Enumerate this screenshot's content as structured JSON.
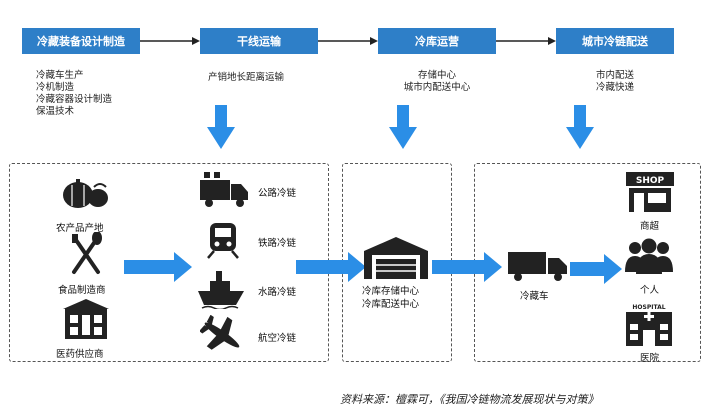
{
  "stages": [
    {
      "label": "冷藏装备设计制造",
      "items": [
        "冷藏车生产",
        "冷机制造",
        "冷藏容器设计制造",
        "保温技术"
      ]
    },
    {
      "label": "干线运输",
      "items": [
        "产销地长距离运输"
      ]
    },
    {
      "label": "冷库运营",
      "items": [
        "存储中心",
        "城市内配送中心"
      ]
    },
    {
      "label": "城市冷链配送",
      "items": [
        "市内配送",
        "冷藏快递"
      ]
    }
  ],
  "sources": [
    "农产品产地",
    "食品制造商",
    "医药供应商"
  ],
  "transport": [
    "公路冷链",
    "铁路冷链",
    "水路冷链",
    "航空冷链"
  ],
  "warehouse": {
    "line1": "冷库存储中心",
    "line2": "冷库配送中心"
  },
  "truck_label": "冷藏车",
  "shop_text": "SHOP",
  "hospital_text": "HOSPITAL",
  "destinations": [
    "商超",
    "个人",
    "医院"
  ],
  "source_note": "资料来源：檀霖可，《我国冷链物流发展现状与对策》",
  "colors": {
    "stage": "#2e7fc8",
    "arrow": "#2b8ee6",
    "icon": "#222222"
  }
}
